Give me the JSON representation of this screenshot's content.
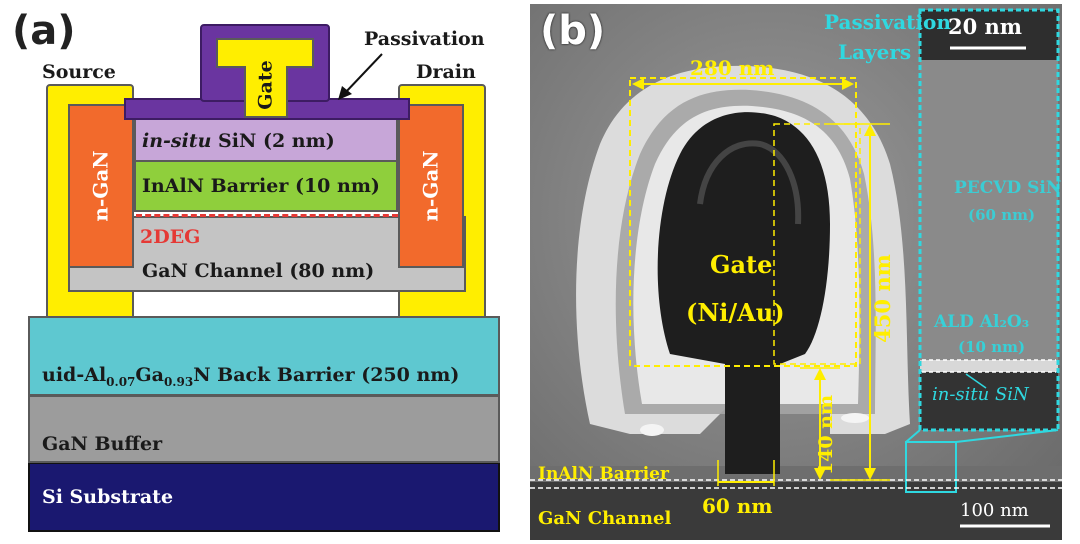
{
  "panel_a": {
    "label": "(a)",
    "source_label": "Source",
    "drain_label": "Drain",
    "passivation_label": "Passivation",
    "gate_label": "Gate",
    "ngan_left": "n-GaN",
    "ngan_right": "n-GaN",
    "sin_italic": "in-situ",
    "sin_rest": " SiN (2 nm)",
    "inaln_label": "InAlN Barrier (10 nm)",
    "twodeg_label": "2DEG",
    "channel_label": "GaN Channel (80 nm)",
    "back_barrier": {
      "prefix": "uid-Al",
      "sub1": "0.07",
      "mid": "Ga",
      "sub2": "0.93",
      "suffix": "N Back Barrier (250 nm)"
    },
    "buffer_label": "GaN Buffer",
    "substrate_label": "Si Substrate",
    "colors": {
      "contact": "#ffee00",
      "passivation": "#6a35a0",
      "sin": "#c7a6d8",
      "inaln": "#8fcf3c",
      "ngan": "#f26a2c",
      "channel": "#c4c4c4",
      "twodeg": "#e53935",
      "back_barrier": "#5ec8d0",
      "buffer": "#9c9c9c",
      "substrate": "#1a1870"
    }
  },
  "panel_b": {
    "label": "(b)",
    "gate_line1": "Gate",
    "gate_line2": "(Ni/Au)",
    "dim_width": "280 nm",
    "dim_height": "450 nm",
    "dim_stem": "140 nm",
    "dim_foot": "60 nm",
    "passivation_line1": "Passivation",
    "passivation_line2": "Layers",
    "scale_inset": "20 nm",
    "pecvd_line1": "PECVD SiN",
    "pecvd_line2": "(60 nm)",
    "ald_line1": "ALD Al₂O₃",
    "ald_line2": "(10 nm)",
    "insitu_label": "in-situ SiN",
    "inaln_label": "InAlN Barrier",
    "channel_label": "GaN Channel",
    "scale_main": "100 nm",
    "colors": {
      "dimension": "#ffee00",
      "annotation": "#2fd8e0"
    }
  }
}
